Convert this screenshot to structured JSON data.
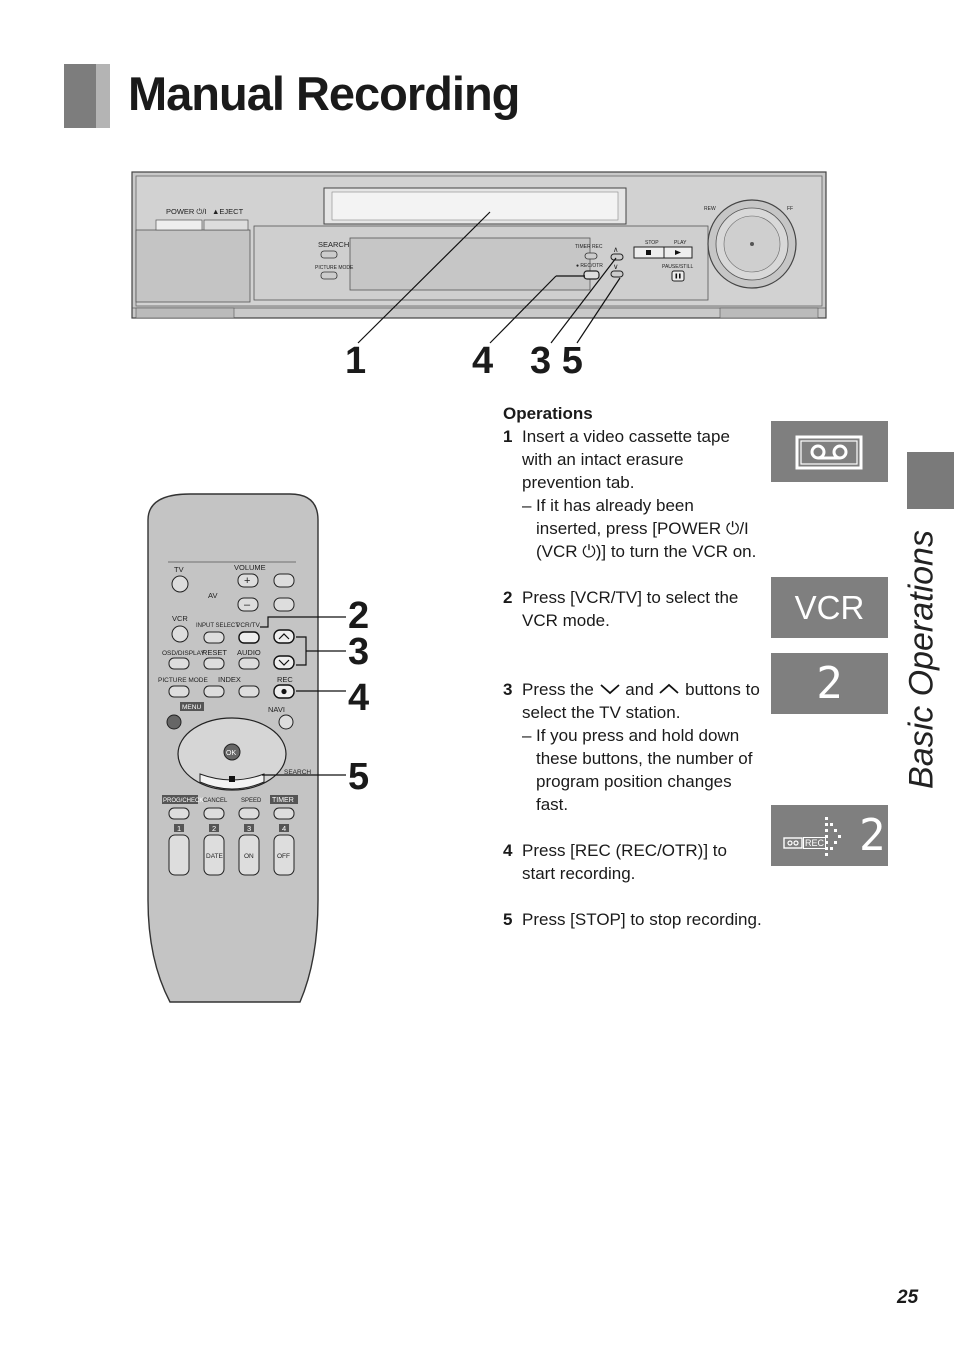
{
  "page": {
    "title": "Manual Recording",
    "page_number": "25",
    "side_tab_label": "Basic Operations"
  },
  "vcr_callouts": [
    "1",
    "4",
    "3 5"
  ],
  "remote_callouts": [
    "2",
    "3",
    "4",
    "5"
  ],
  "vcr_labels": {
    "power": "POWER ⏻/I",
    "eject": "▲EJECT",
    "search": "SEARCH",
    "picture_mode": "PICTURE MODE",
    "timer_rec": "TIMER REC",
    "rec_otr": "● REC/OTR",
    "stop": "STOP",
    "play": "PLAY",
    "pause_still": "PAUSE/STILL",
    "rew": "REW",
    "ff": "FF"
  },
  "remote_labels": {
    "tv": "TV",
    "volume": "VOLUME",
    "av": "AV",
    "vcr": "VCR",
    "input_select": "INPUT SELECT",
    "vcr_tv": "VCR/TV",
    "osd_display": "OSD/DISPLAY",
    "reset": "RESET",
    "audio": "AUDIO",
    "picture_mode": "PICTURE MODE",
    "index": "INDEX",
    "rec": "REC",
    "menu": "MENU",
    "navi": "NAVI",
    "ok": "OK",
    "search": "SEARCH",
    "progcheck": "PROG/CHECK",
    "cancel": "CANCEL",
    "speed": "SPEED",
    "timer": "TIMER",
    "n1": "1",
    "n2": "2",
    "n3": "3",
    "n4": "4",
    "date": "DATE",
    "on": "ON",
    "off": "OFF"
  },
  "operations": {
    "heading": "Operations",
    "steps": [
      {
        "num": "1",
        "text": "Insert a video cassette tape with an intact erasure prevention tab.",
        "sub": "If it has already been inserted, press [POWER ⏻/I (VCR ⏻)] to turn the VCR on."
      },
      {
        "num": "2",
        "text": "Press [VCR/TV] to select the VCR mode."
      },
      {
        "num": "3",
        "text_a": "Press the",
        "text_b": "and",
        "text_c": "buttons to select the TV station.",
        "sub": "If you press and hold down these buttons, the number of program position changes fast."
      },
      {
        "num": "4",
        "text": "Press [REC (REC/OTR)] to start recording."
      },
      {
        "num": "5",
        "text": "Press [STOP] to stop recording."
      }
    ]
  },
  "displays": {
    "vcr_text": "VCR",
    "channel": "2",
    "rec_badge": "REC",
    "rec_channel": "2"
  }
}
